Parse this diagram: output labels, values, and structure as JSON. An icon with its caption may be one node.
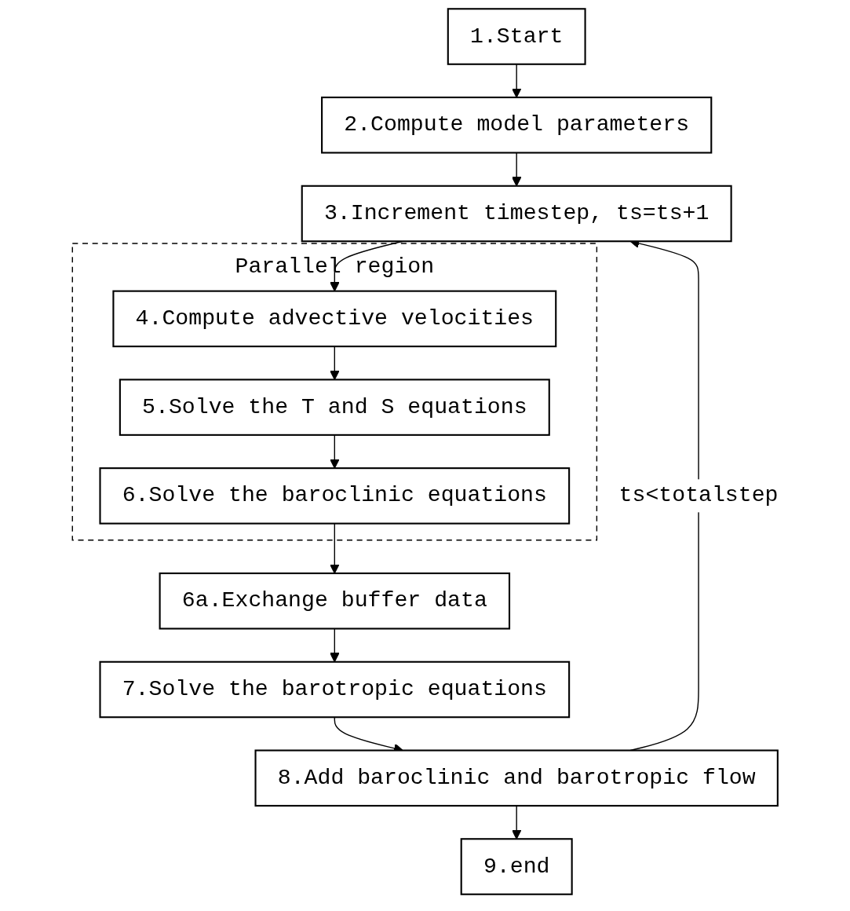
{
  "diagram": {
    "nodes": [
      {
        "text": [
          "1.Start"
        ]
      },
      {
        "text": [
          "2.Compute model parameters"
        ]
      },
      {
        "text": [
          "3.Increment timestep, ts=ts+1"
        ]
      },
      {
        "text": [
          "Parallel region"
        ]
      },
      {
        "text": [
          "4.Compute advective velocities"
        ],
        "in": 3
      },
      {
        "text": [
          "5.Solve the T and S equations"
        ],
        "in": 3
      },
      {
        "text": [
          "6.Solve the baroclinic equations"
        ],
        "in": 3
      },
      {
        "text": [
          "6a.Exchange buffer data"
        ]
      },
      {
        "text": [
          "7.Solve the barotropic equations"
        ]
      },
      {
        "text": [
          "8.Add baroclinic and barotropic flow"
        ]
      },
      {
        "text": [
          "9.end"
        ]
      }
    ],
    "edges": [
      {
        "from": 0,
        "to": 1,
        "arrow": "to"
      },
      {
        "from": 1,
        "to": 2,
        "arrow": "to"
      },
      {
        "from": 2,
        "to": 4,
        "arrow": "to"
      },
      {
        "from": 4,
        "to": 5,
        "arrow": "to"
      },
      {
        "from": 5,
        "to": 6,
        "arrow": "to"
      },
      {
        "from": 6,
        "to": 7,
        "arrow": "to"
      },
      {
        "from": 7,
        "to": 8,
        "arrow": "to"
      },
      {
        "from": 8,
        "to": 9,
        "arrow": "to"
      },
      {
        "from": 9,
        "to": 10,
        "arrow": "to"
      },
      {
        "from": 9,
        "to": 2,
        "label": "ts<totalstep",
        "arrow": "to"
      }
    ]
  }
}
